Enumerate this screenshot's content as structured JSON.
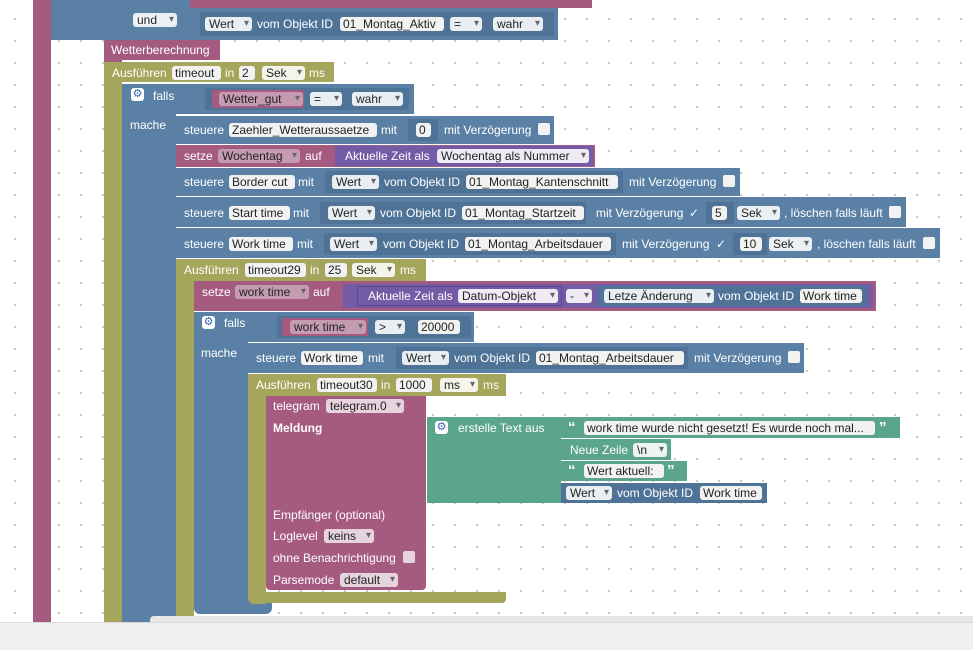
{
  "colors": {
    "logic": "#5b80a5",
    "variables": "#a55b80",
    "timeout": "#a5a55b",
    "text": "#5ba58c",
    "date": "#745ba5"
  },
  "top": {
    "und": "und",
    "wert": "Wert",
    "vom_objekt_id": "vom Objekt ID",
    "obj": "01_Montag_Aktiv",
    "eq": "=",
    "wahr": "wahr"
  },
  "func": {
    "mache": "mache",
    "name": "Wetterberechnung"
  },
  "timeout1": {
    "ausfuehren": "Ausführen",
    "name": "timeout",
    "in": "in",
    "val": "2",
    "unit": "Sek",
    "ms": "ms"
  },
  "if1": {
    "falls": "falls",
    "var": "Wetter_gut",
    "op": "=",
    "val": "wahr",
    "mache": "mache"
  },
  "r1": {
    "steuere": "steuere",
    "obj": "Zaehler_Wetteraussaetze",
    "mit": "mit",
    "val": "0",
    "delay": "mit Verzögerung"
  },
  "r2": {
    "setze": "setze",
    "var": "Wochentag",
    "auf": "auf",
    "time": "Aktuelle Zeit als",
    "fmt": "Wochentag als Nummer"
  },
  "r3": {
    "steuere": "steuere",
    "obj": "Border cut",
    "mit": "mit",
    "wert": "Wert",
    "vom": "vom Objekt ID",
    "id": "01_Montag_Kantenschnitt",
    "delay": "mit Verzögerung"
  },
  "r4": {
    "steuere": "steuere",
    "obj": "Start time",
    "mit": "mit",
    "wert": "Wert",
    "vom": "vom Objekt ID",
    "id": "01_Montag_Startzeit",
    "delay": "mit Verzögerung",
    "check": "✓",
    "num": "5",
    "unit": "Sek",
    "clear": ", löschen falls läuft"
  },
  "r5": {
    "steuere": "steuere",
    "obj": "Work time",
    "mit": "mit",
    "wert": "Wert",
    "vom": "vom Objekt ID",
    "id": "01_Montag_Arbeitsdauer",
    "delay": "mit Verzögerung",
    "check": "✓",
    "num": "10",
    "unit": "Sek",
    "clear": ", löschen falls läuft"
  },
  "timeout2": {
    "ausfuehren": "Ausführen",
    "name": "timeout29",
    "in": "in",
    "val": "25",
    "unit": "Sek",
    "ms": "ms"
  },
  "r6": {
    "setze": "setze",
    "var": "work time",
    "auf": "auf",
    "time": "Aktuelle Zeit als",
    "fmt": "Datum-Objekt",
    "minus": "-",
    "last": "Letze Änderung",
    "vom": "vom Objekt ID",
    "id": "Work time"
  },
  "if2": {
    "falls": "falls",
    "var": "work time",
    "op": ">",
    "val": "20000",
    "mache": "mache"
  },
  "r7": {
    "steuere": "steuere",
    "obj": "Work time",
    "mit": "mit",
    "wert": "Wert",
    "vom": "vom Objekt ID",
    "id": "01_Montag_Arbeitsdauer",
    "delay": "mit Verzögerung"
  },
  "timeout3": {
    "ausfuehren": "Ausführen",
    "name": "timeout30",
    "in": "in",
    "val": "1000",
    "unit": "ms",
    "ms": "ms"
  },
  "tg": {
    "telegram": "telegram",
    "inst": "telegram.0",
    "meldung": "Meldung",
    "empf": "Empfänger (optional)",
    "loglevel": "Loglevel",
    "loglevel_val": "keins",
    "ohne": "ohne Benachrichtigung",
    "parse": "Parsemode",
    "parse_val": "default"
  },
  "text": {
    "erstelle": "erstelle Text aus",
    "t1": "work time wurde nicht gesetzt! Es wurde noch mal...",
    "neue": "Neue Zeile",
    "nl": "\\n",
    "t2": "Wert aktuell:",
    "wert": "Wert",
    "vom": "vom Objekt ID",
    "id": "Work time"
  },
  "icons": {
    "gear": "gear-icon",
    "quote": "quote-icon",
    "dropdown": "dropdown-arrow-icon"
  }
}
